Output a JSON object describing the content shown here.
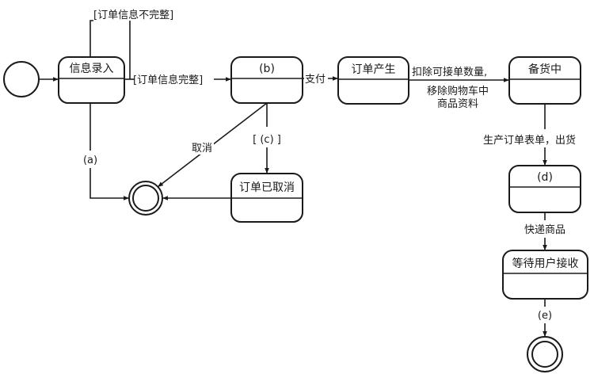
{
  "diagram": {
    "type": "UML state diagram",
    "states": {
      "info_entry": "信息录入",
      "b": "(b)",
      "order_created": "订单产生",
      "stocking": "备货中",
      "cancelled": "订单已取消",
      "d": "(d)",
      "awaiting_receipt": "等待用户接收"
    },
    "transitions": {
      "info_incomplete": "[订单信息不完整]",
      "info_complete": "[订单信息完整]",
      "pay": "支付",
      "deduct_line1": "扣除可接单数量,",
      "deduct_line2": "移除购物车中",
      "deduct_line3": "商品资料",
      "a": "(a)",
      "cancel": "取消",
      "c": "[ (c) ]",
      "produce_ship": "生产订单表单，出货",
      "express": "快递商品",
      "e": "(e)"
    }
  }
}
